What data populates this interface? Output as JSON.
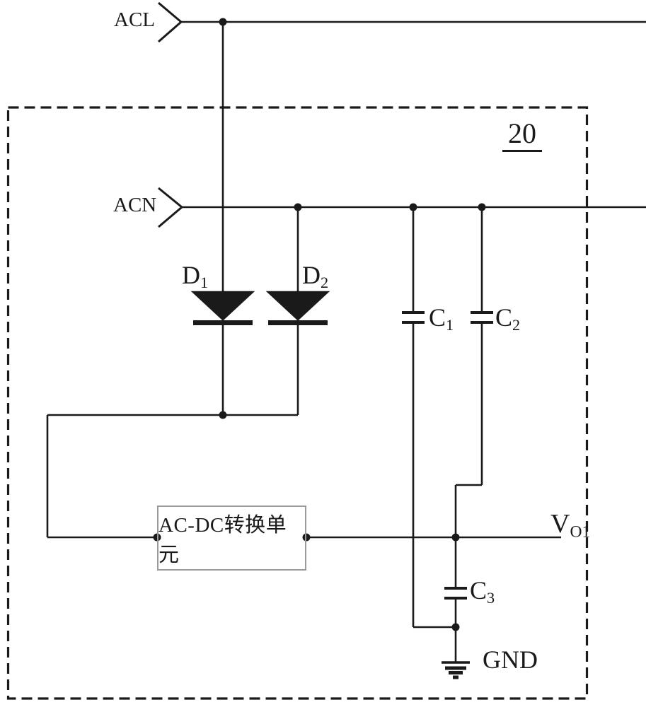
{
  "diagram": {
    "module_ref": "20",
    "inputs": {
      "acl": "ACL",
      "acn": "ACN"
    },
    "diodes": {
      "d1": {
        "base": "D",
        "sub": "1"
      },
      "d2": {
        "base": "D",
        "sub": "2"
      }
    },
    "capacitors": {
      "c1": {
        "base": "C",
        "sub": "1"
      },
      "c2": {
        "base": "C",
        "sub": "2"
      },
      "c3": {
        "base": "C",
        "sub": "3"
      }
    },
    "converter": {
      "label": "AC-DC转换单元"
    },
    "output": {
      "base": "V",
      "sub": "O1"
    },
    "ground_label": "GND",
    "colors": {
      "wire": "#1a1a1a",
      "converter_border": "#9a9a9a",
      "background": "#ffffff"
    }
  }
}
